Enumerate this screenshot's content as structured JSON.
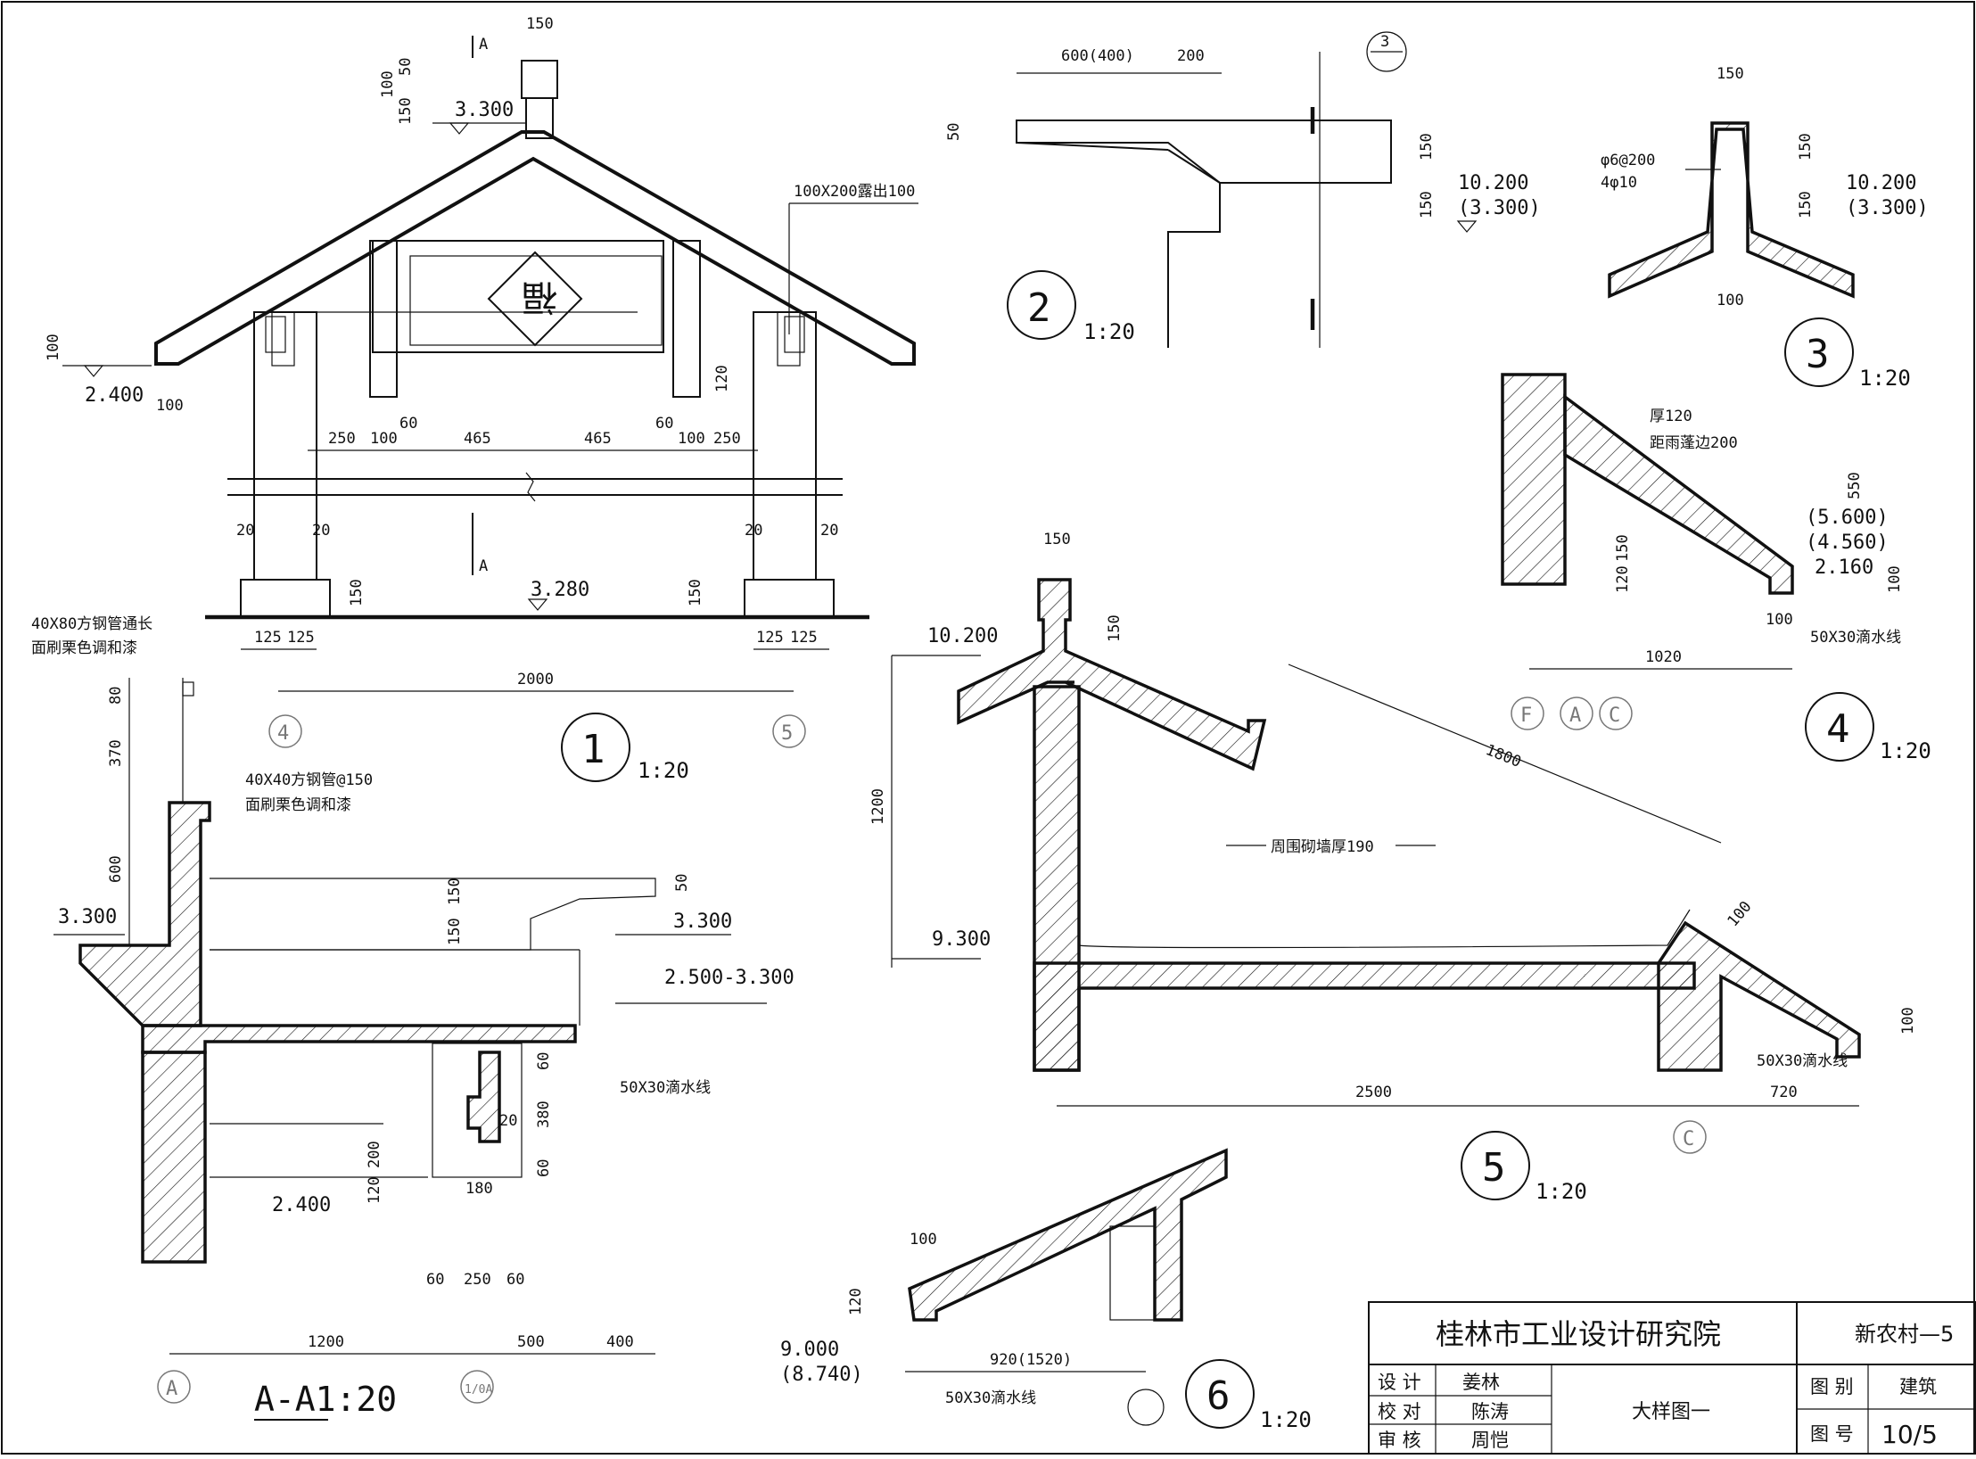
{
  "sheet": {
    "institute": "桂林市工业设计研究院",
    "project": "新农村—5",
    "drawing_title": "大样图一",
    "rows": [
      {
        "label": "设 计",
        "name": "姜林"
      },
      {
        "label": "校 对",
        "name": "陈涛"
      },
      {
        "label": "审 核",
        "name": "周恺"
      }
    ],
    "category_label": "图 别",
    "category_value": "建筑",
    "number_label": "图 号",
    "number_value": "10/5"
  },
  "detail1": {
    "number": "1",
    "scale": "1:20",
    "elevations": [
      "3.300",
      "2.400",
      "3.280"
    ],
    "note": "100X200露出100",
    "dims_top": [
      "250",
      "100",
      "60",
      "465",
      "465",
      "60",
      "100",
      "250"
    ],
    "dims_misc": [
      "150",
      "50",
      "100",
      "150",
      "100",
      "100",
      "120",
      "150",
      "150",
      "20",
      "20",
      "20",
      "20",
      "125",
      "125",
      "125",
      "125"
    ],
    "overall": "2000",
    "axes": [
      "4",
      "5"
    ],
    "section_mark": "A",
    "character": "福"
  },
  "detail2": {
    "number": "2",
    "scale": "1:20",
    "dims": [
      "600(400)",
      "200",
      "50",
      "150",
      "150"
    ],
    "elevations": [
      "10.200",
      "(3.300)"
    ],
    "ref": "3"
  },
  "detail3": {
    "number": "3",
    "scale": "1:20",
    "dims": [
      "150",
      "150",
      "150",
      "100"
    ],
    "rebar": [
      "φ6@200",
      "4φ10"
    ],
    "elevations": [
      "10.200",
      "(3.300)"
    ]
  },
  "detail4": {
    "number": "4",
    "scale": "1:20",
    "notes": [
      "厚120",
      "距雨蓬边200",
      "50X30滴水线"
    ],
    "dims": [
      "550",
      "150",
      "120",
      "100",
      "100",
      "1020"
    ],
    "elevations": [
      "(5.600)",
      "(4.560)",
      "2.160"
    ],
    "axes": [
      "F",
      "A",
      "C"
    ]
  },
  "detail5": {
    "number": "5",
    "scale": "1:20",
    "dims": [
      "150",
      "150",
      "1800",
      "1200",
      "100",
      "100",
      "2500",
      "720"
    ],
    "elevations": [
      "10.200",
      "9.300"
    ],
    "notes": [
      "周围砌墙厚190",
      "50X30滴水线"
    ],
    "axis": "C"
  },
  "detail6": {
    "number": "6",
    "scale": "1:20",
    "dims": [
      "100",
      "120",
      "920(1520)"
    ],
    "elevations": [
      "9.000",
      "(8.740)"
    ],
    "note": "50X30滴水线"
  },
  "sectionAA": {
    "title": "A-A1:20",
    "notes": [
      "40X80方钢管通长",
      "面刷栗色调和漆",
      "40X40方钢管@150",
      "面刷栗色调和漆",
      "50X30滴水线"
    ],
    "dims": [
      "80",
      "370",
      "600",
      "150",
      "150",
      "50",
      "60",
      "380",
      "60",
      "20",
      "200",
      "120",
      "180",
      "60",
      "250",
      "60",
      "1200",
      "500",
      "400"
    ],
    "elevations": [
      "3.300",
      "3.300",
      "2.500-3.300",
      "2.400"
    ],
    "axes": [
      "A",
      "1/0A"
    ]
  },
  "colors": {
    "line": "#111111",
    "grey": "#777777",
    "background": "#ffffff"
  }
}
